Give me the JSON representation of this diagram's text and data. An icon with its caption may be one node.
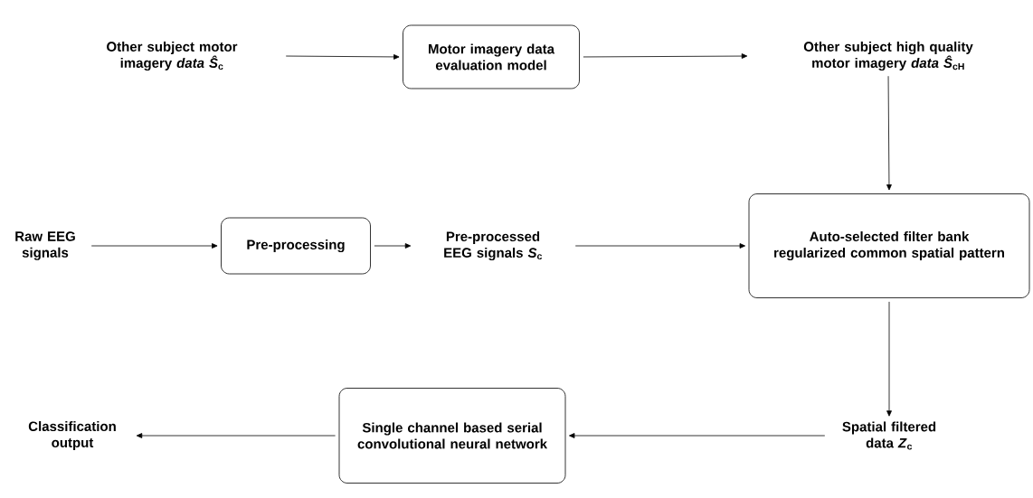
{
  "diagram": {
    "nodes": [
      {
        "text": [
          "Other subject motor imagery *data Ŝ*$_{c}$"
        ]
      },
      {
        "text": [
          "Motor imagery data evaluation model"
        ]
      },
      {
        "text": [
          "Other subject high quality motor imagery *data Ŝ*$_{cH}$"
        ]
      },
      {
        "text": [
          "Raw EEG signals"
        ]
      },
      {
        "text": [
          "Pre-processing"
        ]
      },
      {
        "text": [
          "Pre-processed EEG signals *S*$_{c}$"
        ]
      },
      {
        "text": [
          "Auto-selected filter bank regularized common spatial pattern"
        ]
      },
      {
        "text": [
          "Classification output"
        ]
      },
      {
        "text": [
          "Single channel based serial convolutional neural network"
        ]
      },
      {
        "text": [
          "Spatial filtered data *Z*$_{c}$"
        ]
      }
    ],
    "edges": [
      {
        "from": 0,
        "to": 1,
        "arrow": "to"
      },
      {
        "from": 1,
        "to": 2,
        "arrow": "to"
      },
      {
        "from": 2,
        "to": 6,
        "arrow": "to"
      },
      {
        "from": 3,
        "to": 4,
        "arrow": "to"
      },
      {
        "from": 4,
        "to": 5,
        "arrow": "to"
      },
      {
        "from": 5,
        "to": 6,
        "arrow": "to"
      },
      {
        "from": 6,
        "to": 9,
        "arrow": "to"
      },
      {
        "from": 9,
        "to": 8,
        "arrow": "to"
      },
      {
        "from": 8,
        "to": 7,
        "arrow": "to"
      }
    ]
  }
}
